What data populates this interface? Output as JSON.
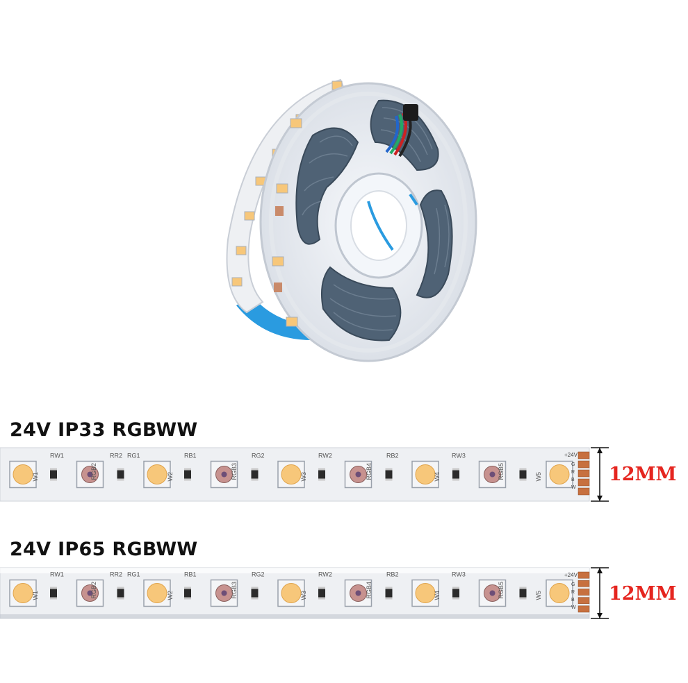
{
  "strips": [
    {
      "id": "ip33",
      "title": "24V IP33 RGBWW",
      "width_label": "12MM",
      "labels": [
        "W1",
        "RW1",
        "RGB2",
        "RR2",
        "RG1",
        "W2",
        "RB1",
        "RGB3",
        "RG2",
        "W3",
        "RW2",
        "RGB4",
        "RB2",
        "W4",
        "RW3",
        "RGB5",
        "W5",
        "+24V",
        "G",
        "R",
        "B",
        "W"
      ]
    },
    {
      "id": "ip65",
      "title": "24V IP65 RGBWW",
      "width_label": "12MM",
      "labels": [
        "W1",
        "RW1",
        "RGB2",
        "RR2",
        "RG1",
        "W2",
        "RB1",
        "RGB3",
        "RG2",
        "W3",
        "RW2",
        "RGB4",
        "RB2",
        "W4",
        "RW3",
        "RGB5",
        "W5",
        "+24V",
        "G",
        "R",
        "B",
        "W"
      ]
    }
  ],
  "colors": {
    "pcb": "#eef0f3",
    "warm_led": "#f7c77a",
    "dimension_text": "#e5251f",
    "copper_pad": "#c7703f",
    "reel_tape": "#4f6275",
    "backing_tape": "#2a9be0"
  }
}
